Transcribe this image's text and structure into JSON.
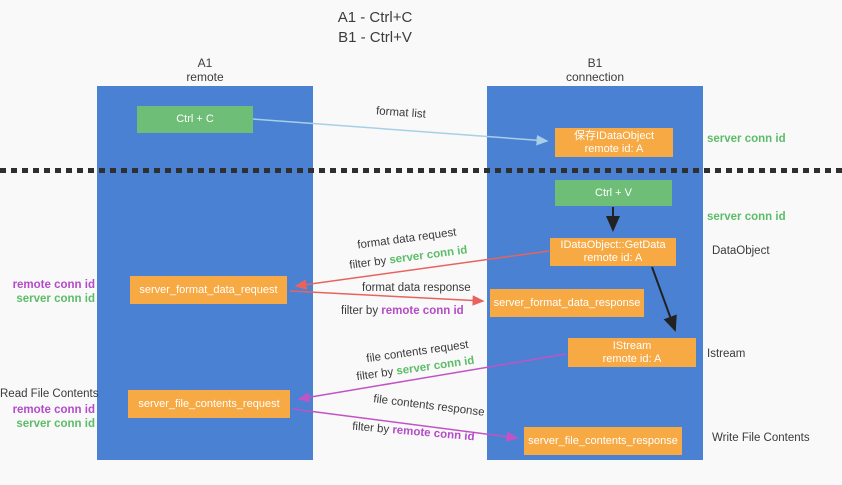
{
  "title": {
    "line1": "A1 - Ctrl+C",
    "line2": "B1 - Ctrl+V"
  },
  "lanes": {
    "a1": {
      "title": "A1",
      "subtitle": "remote"
    },
    "b1": {
      "title": "B1",
      "subtitle": "connection"
    }
  },
  "nodes": {
    "ctrl_c": "Ctrl + C",
    "ctrl_v": "Ctrl + V",
    "save_dataobject_l1": "保存IDataObject",
    "save_dataobject_l2": "remote id: A",
    "getdata_l1": "IDataObject::GetData",
    "getdata_l2": "remote id: A",
    "format_request": "server_format_data_request",
    "format_response": "server_format_data_response",
    "istream_l1": "IStream",
    "istream_l2": "remote id: A",
    "file_request": "server_file_contents_request",
    "file_response": "server_file_contents_response"
  },
  "edges": {
    "format_list": "format list",
    "format_data_request": "format data request",
    "format_data_response": "format data response",
    "file_contents_request": "file contents request",
    "file_contents_response": "file contents response",
    "filter_by": "filter by ",
    "server_conn_id": "server conn id",
    "remote_conn_id": "remote conn id"
  },
  "side_labels": {
    "server_conn_id_top": "server conn id",
    "server_conn_id_mid": "server conn id",
    "dataobject": "DataObject",
    "istream": "Istream",
    "write_file_contents": "Write File Contents",
    "read_file_contents": "Read File Contents",
    "remote_conn_id": "remote conn id",
    "server_conn_id": "server conn id"
  },
  "colors": {
    "lane_blue": "#4a81d3",
    "box_green": "#6fbe77",
    "box_orange": "#f7a943",
    "arrow_red": "#e8635e",
    "arrow_magenta": "#c153c5",
    "arrow_lightblue": "#a7cfe8",
    "arrow_black": "#222222",
    "label_green": "#5cbd68",
    "label_purple": "#b44bc8"
  }
}
